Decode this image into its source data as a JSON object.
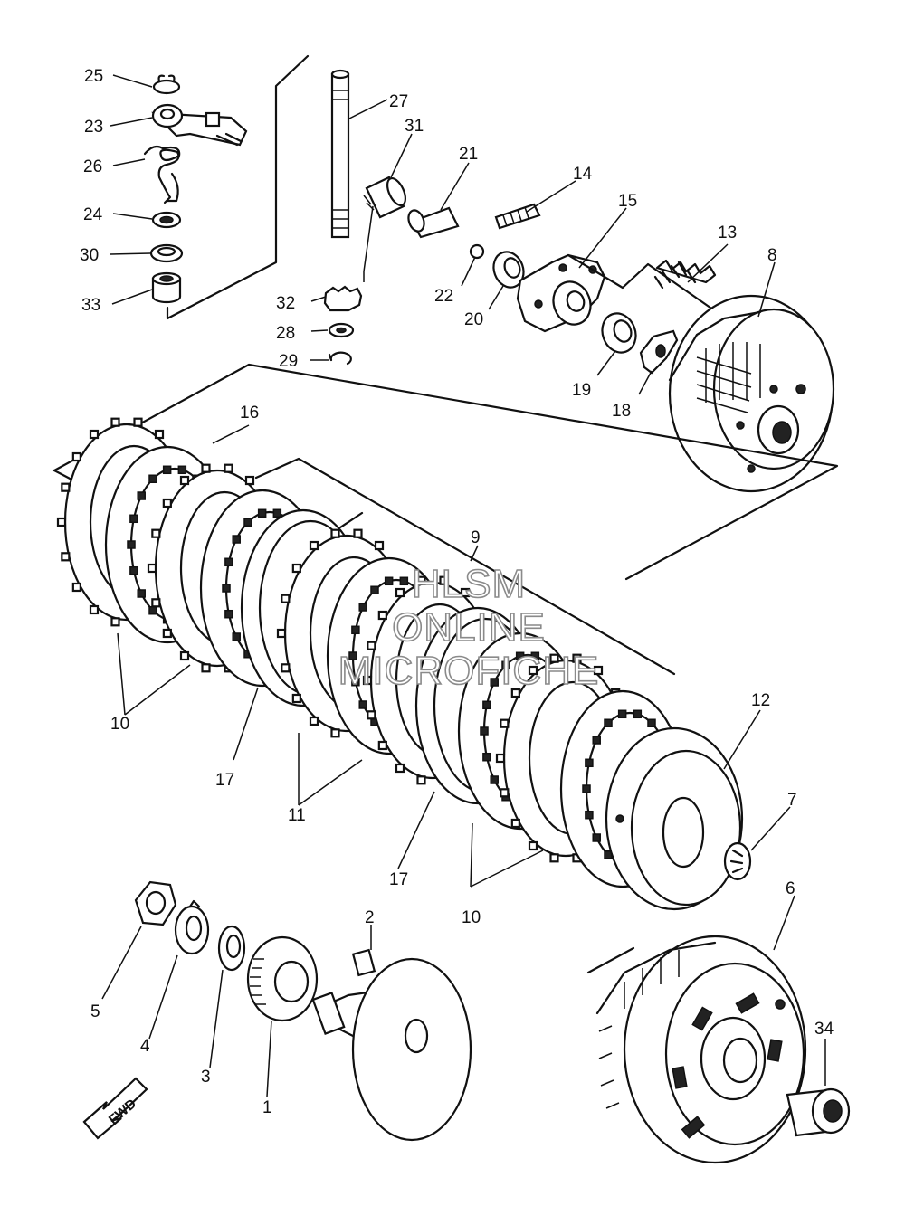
{
  "diagram": {
    "parts": {
      "p1": "1",
      "p2": "2",
      "p3": "3",
      "p4": "4",
      "p5": "5",
      "p6": "6",
      "p7": "7",
      "p8": "8",
      "p9": "9",
      "p10a": "10",
      "p10b": "10",
      "p11": "11",
      "p12": "12",
      "p13": "13",
      "p14": "14",
      "p15": "15",
      "p16": "16",
      "p17a": "17",
      "p17b": "17",
      "p18": "18",
      "p19": "19",
      "p20": "20",
      "p21": "21",
      "p22": "22",
      "p23": "23",
      "p24": "24",
      "p25": "25",
      "p26": "26",
      "p27": "27",
      "p28": "28",
      "p29": "29",
      "p30": "30",
      "p31": "31",
      "p32": "32",
      "p33": "33",
      "p34": "34"
    },
    "watermark": [
      "HLSM",
      "ONLINE",
      "MICROFICHE"
    ],
    "direction_arrow": "FWD"
  }
}
